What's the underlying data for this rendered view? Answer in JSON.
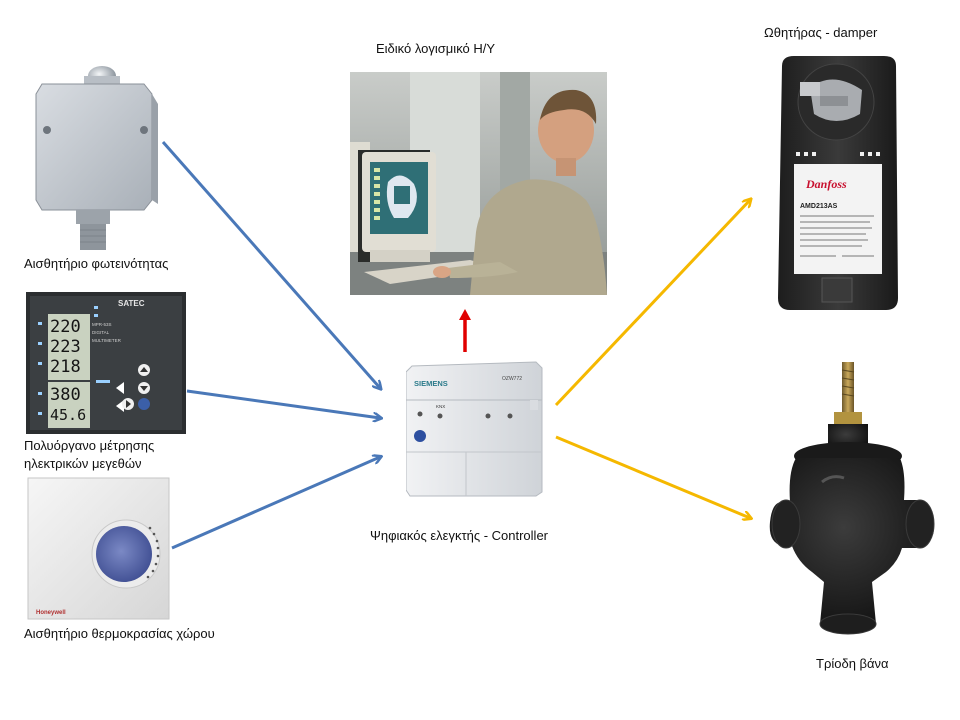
{
  "labels": {
    "light_sensor": "Αισθητήριο φωτεινότητας",
    "multimeter_line1": "Πολυόργανο μέτρησης",
    "multimeter_line2": "ηλεκτρικών μεγεθών",
    "temp_sensor": "Αισθητήριο θερμοκρασίας χώρου",
    "pc_software": "Ειδικό λογισμικό Η/Υ",
    "controller": "Ψηφιακός ελεγκτής - Controller",
    "damper": "Ωθητήρας - damper",
    "valve": "Τρίοδη βάνα"
  },
  "device_text": {
    "multimeter_brand": "SATEC",
    "multimeter_model": "MPR-53S",
    "multimeter_digital": "DIGITAL",
    "multimeter_multimeter": "MULTIMETER",
    "readings": [
      "220",
      "223",
      "218",
      "380",
      "45.6"
    ],
    "controller_brand": "SIEMENS",
    "controller_model": "OZW772",
    "controller_knx": "KNX",
    "damper_brand": "Danfoss",
    "damper_model": "AMD213AS",
    "thermostat_brand": "Honeywell"
  },
  "colors": {
    "input_arrows": "#4a78b8",
    "output_arrows": "#f5b800",
    "pc_arrow": "#e00000"
  }
}
